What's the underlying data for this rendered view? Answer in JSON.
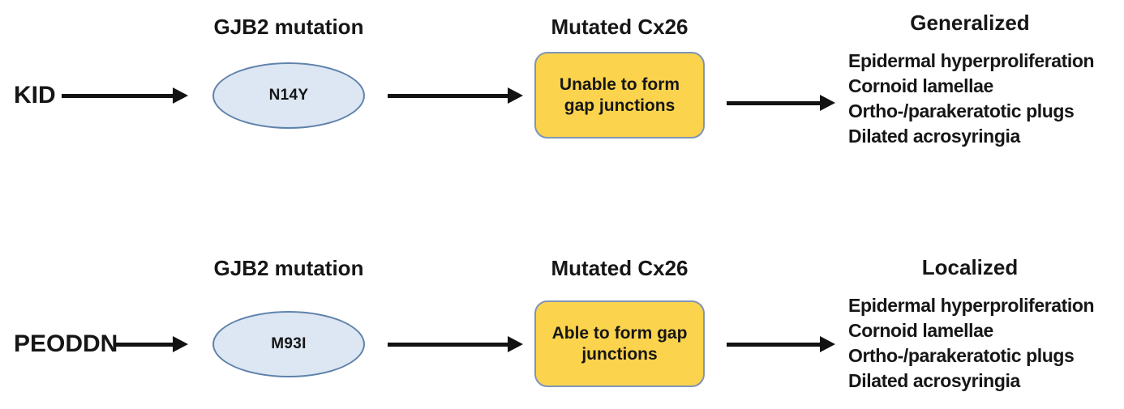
{
  "colors": {
    "background": "#ffffff",
    "text": "#161616",
    "arrow": "#121212",
    "ellipse-fill": "#dce7f3",
    "ellipse-border": "#5f82ab",
    "box-fill": "#fbd34d",
    "box-border": "#7f95b5"
  },
  "rows": [
    {
      "source": "KID",
      "mutation_header": "GJB2 mutation",
      "mutation": "N14Y",
      "protein_header": "Mutated Cx26",
      "effect_line1": "Unable to form",
      "effect_line2": "gap junctions",
      "outcome_header": "Generalized",
      "outcomes": [
        "Epidermal hyperproliferation",
        "Cornoid lamellae",
        "Ortho-/parakeratotic plugs",
        "Dilated acrosyringia"
      ]
    },
    {
      "source": "PEODDN",
      "mutation_header": "GJB2 mutation",
      "mutation": "M93I",
      "protein_header": "Mutated Cx26",
      "effect_line1": "Able to form gap",
      "effect_line2": "junctions",
      "outcome_header": "Localized",
      "outcomes": [
        "Epidermal hyperproliferation",
        "Cornoid lamellae",
        "Ortho-/parakeratotic plugs",
        "Dilated acrosyringia"
      ]
    }
  ]
}
